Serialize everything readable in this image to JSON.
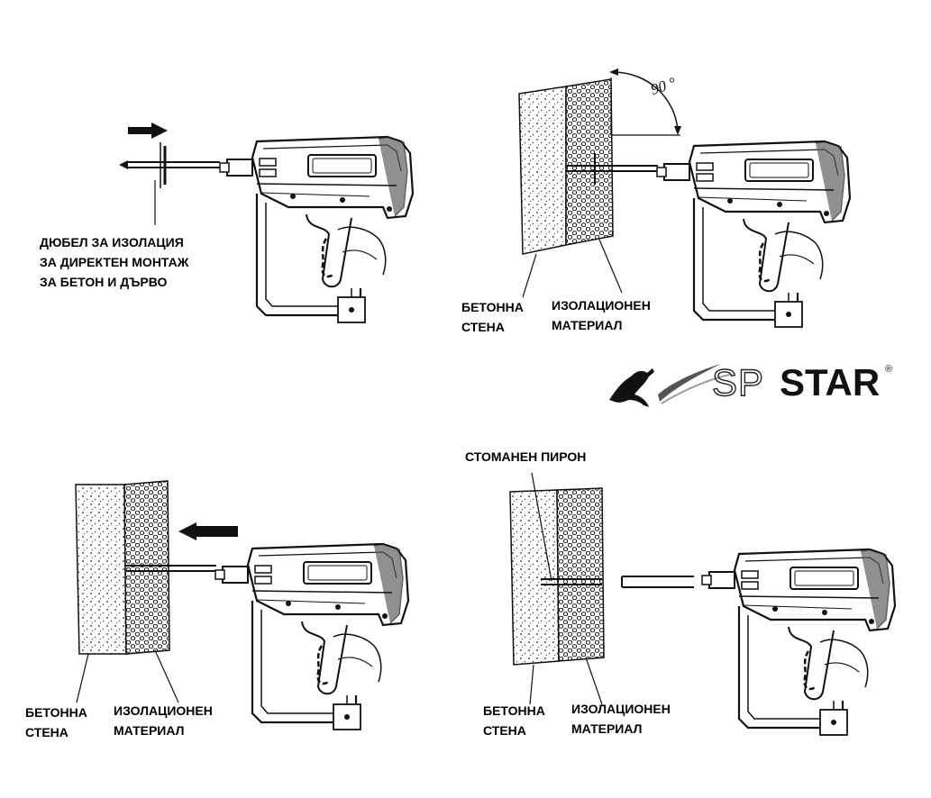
{
  "panel1": {
    "label_line1": "ДЮБЕЛ ЗА ИЗОЛАЦИЯ",
    "label_line2": "ЗА ДИРЕКТЕН МОНТАЖ",
    "label_line3": "ЗА БЕТОН И ДЪРВО"
  },
  "panel2": {
    "angle": "90 °",
    "wall_line1": "БЕТОННА",
    "wall_line2": "СТЕНА",
    "insul_line1": "ИЗОЛАЦИОНЕН",
    "insul_line2": "МАТЕРИАЛ"
  },
  "panel3": {
    "wall_line1": "БЕТОННА",
    "wall_line2": "СТЕНА",
    "insul_line1": "ИЗОЛАЦИОНЕН",
    "insul_line2": "МАТЕРИАЛ"
  },
  "panel4": {
    "nail_label": "СТОМАНЕН ПИРОН",
    "wall_line1": "БЕТОННА",
    "wall_line2": "СТЕНА",
    "insul_line1": "ИЗОЛАЦИОНЕН",
    "insul_line2": "МАТЕРИАЛ"
  },
  "logo": {
    "sp": "SP",
    "star": "STAR",
    "reg": "®",
    "icon": "kangaroo-icon"
  }
}
